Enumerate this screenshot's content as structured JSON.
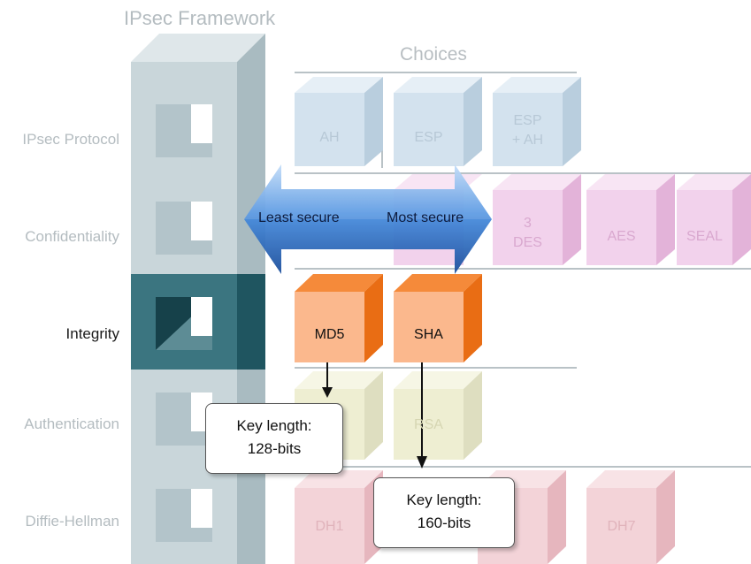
{
  "titles": {
    "framework": "IPsec Framework",
    "choices": "Choices"
  },
  "rows": [
    {
      "label": "IPsec Protocol",
      "active": false
    },
    {
      "label": "Confidentiality",
      "active": false
    },
    {
      "label": "Integrity",
      "active": true
    },
    {
      "label": "Authentication",
      "active": false
    },
    {
      "label": "Diffie-Hellman",
      "active": false
    }
  ],
  "cubes": {
    "ah": "AH",
    "esp": "ESP",
    "esp_ah": "ESP\n+ AH",
    "des3": "3\nDES",
    "aes": "AES",
    "seal": "SEAL",
    "md5": "MD5",
    "sha": "SHA",
    "rsa": "RSA",
    "dh1": "DH1",
    "dh7": "DH7"
  },
  "arrow": {
    "left": "Least secure",
    "right": "Most secure"
  },
  "callouts": {
    "md5": {
      "line1": "Key length:",
      "line2": "128-bits"
    },
    "sha": {
      "line1": "Key length:",
      "line2": "160-bits"
    }
  },
  "colors": {
    "tower": "#c9d6da",
    "tower_active": "#2a6470",
    "protocol_cube": "#d3e2ee",
    "confidentiality_cube": "#f2d2ec",
    "integrity_cube": "#fbb88d",
    "integrity_cube_side": "#f07a22",
    "auth_cube": "#eeeed2",
    "dh_cube": "#f3d3d8",
    "arrow": "#3f7fd0"
  }
}
